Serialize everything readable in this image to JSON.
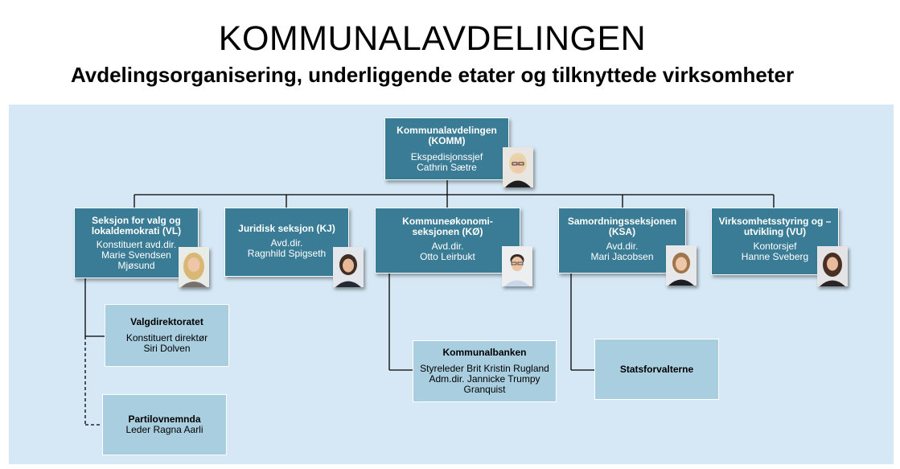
{
  "header": {
    "title": "KOMMUNALAVDELINGEN",
    "subtitle": "Avdelingsorganisering, underliggende etater og tilknyttede virksomheter"
  },
  "colors": {
    "panel_bg": "#d6e8f5",
    "section_box": "#3a7c95",
    "agency_box": "#a9cee0",
    "connector": "#000000"
  },
  "top": {
    "name_line1": "Kommunalavdelingen",
    "name_line2": "(KOMM)",
    "role": "Ekspedisjonssjef",
    "person": "Cathrin Sætre"
  },
  "sections": [
    {
      "name_line1": "Seksjon for valg og",
      "name_line2": "lokaldemokrati (VL)",
      "role": "Konstituert avd.dir.",
      "person_line1": "Marie Svendsen",
      "person_line2": "Mjøsund"
    },
    {
      "name_line1": "Juridisk seksjon (KJ)",
      "role": "Avd.dir.",
      "person_line1": "Ragnhild Spigseth"
    },
    {
      "name_line1": "Kommuneøkonomi-",
      "name_line2": "seksjonen (KØ)",
      "role": "Avd.dir.",
      "person_line1": "Otto Leirbukt"
    },
    {
      "name_line1": "Samordningsseksjonen",
      "name_line2": "(KSA)",
      "role": "Avd.dir.",
      "person_line1": "Mari Jacobsen"
    },
    {
      "name_line1": "Virksomhetsstyring og –",
      "name_line2": "utvikling (VU)",
      "role": "Kontorsjef",
      "person_line1": "Hanne Sveberg"
    }
  ],
  "agencies": {
    "valg": {
      "name": "Valgdirektoratet",
      "line1": "Konstituert direktør",
      "line2": "Siri Dolven"
    },
    "parti": {
      "name": "Partilovnemnda",
      "line1": "Leder Ragna Aarli"
    },
    "bank": {
      "name": "Kommunalbanken",
      "line1": "Styreleder Brit Kristin Rugland",
      "line2": "Adm.dir. Jannicke Trumpy",
      "line3": "Granquist"
    },
    "stats": {
      "name": "Statsforvalterne"
    }
  }
}
